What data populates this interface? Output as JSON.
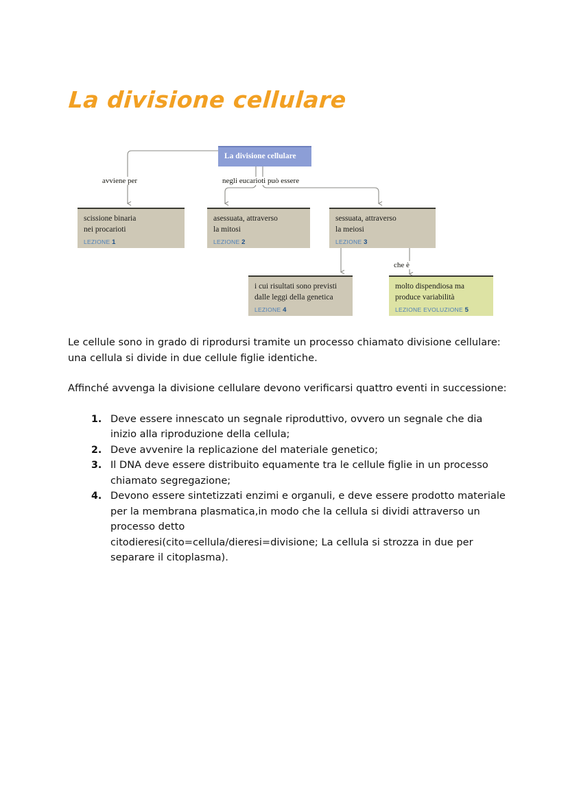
{
  "document": {
    "title": "La divisione cellulare",
    "title_color": "#f2a023",
    "background": "#ffffff"
  },
  "diagram": {
    "root": {
      "label": "La divisione cellulare",
      "fill": "#8c9ed6",
      "text_color": "#ffffff"
    },
    "edge_labels": {
      "left": "avviene per",
      "center": "negli eucarioti può essere",
      "right": "che è"
    },
    "nodes": [
      {
        "id": "scissione-binaria",
        "line1": "scissione binaria",
        "line2": "nei procarioti",
        "lezione_label": "LEZIONE",
        "lezione_number": "1",
        "fill": "#cec8b6"
      },
      {
        "id": "asessuata-mitosi",
        "line1": "asessuata, attraverso",
        "line2": "la mitosi",
        "lezione_label": "LEZIONE",
        "lezione_number": "2",
        "fill": "#cec8b6"
      },
      {
        "id": "sessuata-meiosi",
        "line1": "sessuata, attraverso",
        "line2": "la meiosi",
        "lezione_label": "LEZIONE",
        "lezione_number": "3",
        "fill": "#cec8b6"
      },
      {
        "id": "leggi-genetica",
        "line1": "i cui risultati sono previsti",
        "line2": "dalle leggi della genetica",
        "lezione_label": "LEZIONE",
        "lezione_number": "4",
        "fill": "#cec8b6"
      },
      {
        "id": "variabilita",
        "line1": "molto dispendiosa ma",
        "line2": "produce variabilità",
        "lezione_label": "LEZIONE EVOLUZIONE",
        "lezione_number": "5",
        "fill": "#dde3a4"
      }
    ]
  },
  "body": {
    "paragraph1": "Le cellule sono in grado di riprodursi tramite un processo chiamato divisione cellulare: una cellula si divide in due cellule figlie identiche.",
    "paragraph2": "Affinché avvenga la divisione cellulare devono verificarsi quattro eventi in successione:",
    "steps": [
      "Deve essere innescato un segnale riproduttivo, ovvero un segnale che dia inizio alla riproduzione della cellula;",
      "Deve avvenire la replicazione del materiale genetico;",
      "Il DNA deve essere distribuito equamente tra le cellule figlie in un processo chiamato segregazione;",
      "Devono essere sintetizzati enzimi e organuli, e deve essere prodotto materiale per la membrana plasmatica,in modo che la cellula si dividi attraverso un processo detto\ncitodieresi(cito=cellula/dieresi=divisione; La cellula si strozza in due per separare il citoplasma)."
    ]
  }
}
